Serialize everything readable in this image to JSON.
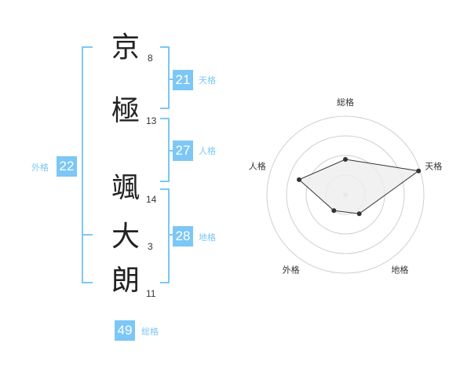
{
  "colors": {
    "accent": "#7cc7f5",
    "accent_label": "#7cc7f5",
    "ring": "#d0d0d0",
    "polygon_fill": "#eeeeee",
    "polygon_stroke": "#333333",
    "center_dot": "#cccccc"
  },
  "name": {
    "characters": [
      {
        "char": "京",
        "strokes": "8"
      },
      {
        "char": "極",
        "strokes": "13"
      },
      {
        "char": "颯",
        "strokes": "14"
      },
      {
        "char": "大",
        "strokes": "3"
      },
      {
        "char": "朗",
        "strokes": "11"
      }
    ]
  },
  "fortunes": {
    "tenkaku": {
      "value": "21",
      "label": "天格"
    },
    "jinkaku": {
      "value": "27",
      "label": "人格"
    },
    "chikaku": {
      "value": "28",
      "label": "地格"
    },
    "gaikaku": {
      "value": "22",
      "label": "外格"
    },
    "soukaku": {
      "value": "49",
      "label": "総格"
    }
  },
  "chart_data": {
    "type": "radar",
    "axes": [
      "総格",
      "天格",
      "地格",
      "外格",
      "人格"
    ],
    "values": [
      0.45,
      0.98,
      0.3,
      0.25,
      0.62
    ],
    "range": [
      0,
      1
    ],
    "rings": 4
  }
}
